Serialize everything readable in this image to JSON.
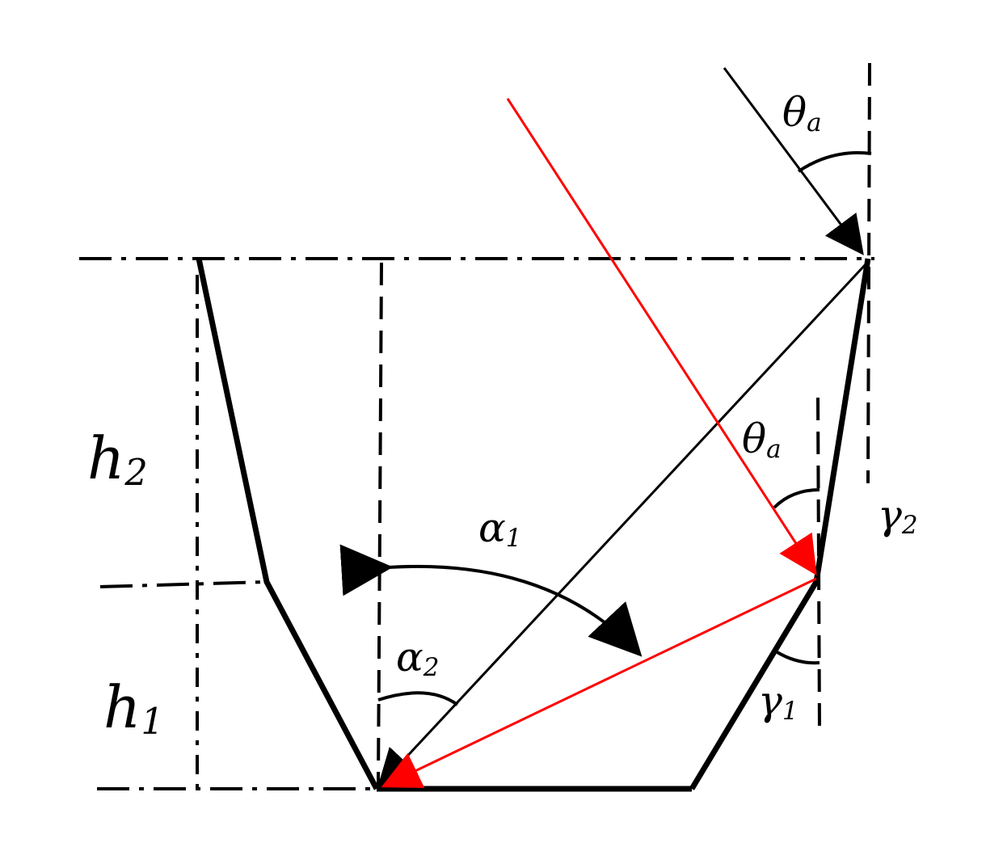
{
  "labels": {
    "h2": {
      "main": "h",
      "sub": "2"
    },
    "h1": {
      "main": "h",
      "sub": "1"
    },
    "theta_top": {
      "main": "θ",
      "sub": "a"
    },
    "theta_mid": {
      "main": "θ",
      "sub": "a"
    },
    "alpha1": {
      "main": "α",
      "sub": "1"
    },
    "alpha2": {
      "main": "α",
      "sub": "2"
    },
    "gamma1": {
      "main": "γ",
      "sub": "1"
    },
    "gamma2": {
      "main": "γ",
      "sub": "2"
    }
  },
  "colors": {
    "outline": "#000000",
    "ray": "#ff0000"
  }
}
